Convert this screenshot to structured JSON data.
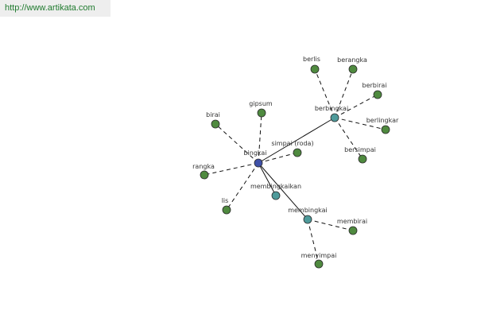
{
  "header": {
    "url": "http://www.artikata.com"
  },
  "diagram": {
    "type": "word-network",
    "colors": {
      "root": "#3f51a8",
      "hub": "#4e9a9a",
      "leaf": "#4f8a3f",
      "node_stroke": "#2a2a2a",
      "edge": "#111111"
    },
    "nodes": [
      {
        "id": "bingkai",
        "label": "bingkai",
        "role": "root"
      },
      {
        "id": "berbingkai",
        "label": "berbingkai",
        "role": "hub"
      },
      {
        "id": "membingkaikan",
        "label": "membingkaikan",
        "role": "hub"
      },
      {
        "id": "membingkai",
        "label": "membingkai",
        "role": "hub"
      },
      {
        "id": "berlis",
        "label": "berlis",
        "role": "leaf"
      },
      {
        "id": "berangka",
        "label": "berangka",
        "role": "leaf"
      },
      {
        "id": "berbirai",
        "label": "berbirai",
        "role": "leaf"
      },
      {
        "id": "berlingkar",
        "label": "berlingkar",
        "role": "leaf"
      },
      {
        "id": "bersimpai",
        "label": "bersimpai",
        "role": "leaf"
      },
      {
        "id": "gipsum",
        "label": "gipsum",
        "role": "leaf"
      },
      {
        "id": "birai",
        "label": "birai",
        "role": "leaf"
      },
      {
        "id": "simpai",
        "label": "simpai (roda)",
        "role": "leaf"
      },
      {
        "id": "rangka",
        "label": "rangka",
        "role": "leaf"
      },
      {
        "id": "lis",
        "label": "lis",
        "role": "leaf"
      },
      {
        "id": "membirai",
        "label": "membirai",
        "role": "leaf"
      },
      {
        "id": "menyimpai",
        "label": "menyimpai",
        "role": "leaf"
      }
    ],
    "edges": [
      {
        "from": "bingkai",
        "to": "berbingkai",
        "style": "solid"
      },
      {
        "from": "bingkai",
        "to": "membingkaikan",
        "style": "solid"
      },
      {
        "from": "bingkai",
        "to": "membingkai",
        "style": "solid"
      },
      {
        "from": "bingkai",
        "to": "gipsum",
        "style": "dashed"
      },
      {
        "from": "bingkai",
        "to": "birai",
        "style": "dashed"
      },
      {
        "from": "bingkai",
        "to": "simpai",
        "style": "dashed"
      },
      {
        "from": "bingkai",
        "to": "rangka",
        "style": "dashed"
      },
      {
        "from": "bingkai",
        "to": "lis",
        "style": "dashed"
      },
      {
        "from": "berbingkai",
        "to": "berlis",
        "style": "dashed"
      },
      {
        "from": "berbingkai",
        "to": "berangka",
        "style": "dashed"
      },
      {
        "from": "berbingkai",
        "to": "berbirai",
        "style": "dashed"
      },
      {
        "from": "berbingkai",
        "to": "berlingkar",
        "style": "dashed"
      },
      {
        "from": "berbingkai",
        "to": "bersimpai",
        "style": "dashed"
      },
      {
        "from": "membingkai",
        "to": "membirai",
        "style": "dashed"
      },
      {
        "from": "membingkai",
        "to": "menyimpai",
        "style": "dashed"
      }
    ]
  }
}
